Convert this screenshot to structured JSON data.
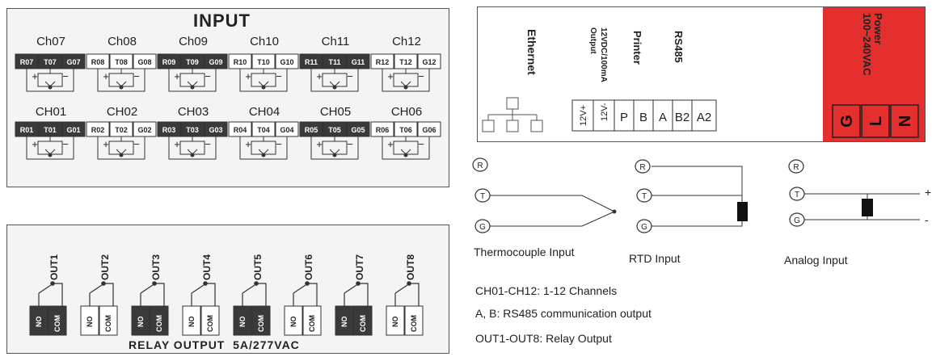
{
  "input": {
    "title": "INPUT",
    "top_channels": [
      "Ch07",
      "Ch08",
      "Ch09",
      "Ch10",
      "Ch11",
      "Ch12"
    ],
    "top_terminals": [
      [
        "R07",
        "T07",
        "G07"
      ],
      [
        "R08",
        "T08",
        "G08"
      ],
      [
        "R09",
        "T09",
        "G09"
      ],
      [
        "R10",
        "T10",
        "G10"
      ],
      [
        "R11",
        "T11",
        "G11"
      ],
      [
        "R12",
        "T12",
        "G12"
      ]
    ],
    "bottom_channels": [
      "CH01",
      "CH02",
      "CH03",
      "CH04",
      "CH05",
      "CH06"
    ],
    "bottom_terminals": [
      [
        "R01",
        "T01",
        "G01"
      ],
      [
        "R02",
        "T02",
        "G02"
      ],
      [
        "R03",
        "T03",
        "G03"
      ],
      [
        "R04",
        "T04",
        "G04"
      ],
      [
        "R05",
        "T05",
        "G05"
      ],
      [
        "R06",
        "T06",
        "G06"
      ]
    ]
  },
  "relay": {
    "title": "RELAY OUTPUT  5A/277VAC",
    "outputs": [
      "OUT1",
      "OUT2",
      "OUT3",
      "OUT4",
      "OUT5",
      "OUT6",
      "OUT7",
      "OUT8"
    ],
    "terminal_no": "NO",
    "terminal_com": "COM"
  },
  "comm": {
    "ethernet": "Ethernet",
    "output_12v_line1": "12VDC/100mA",
    "output_12v_line2": "Output",
    "printer": "Printer",
    "rs485": "RS485",
    "terminals": [
      "12V+",
      "12V-",
      "P",
      "B",
      "A",
      "B2",
      "A2"
    ],
    "power_line1": "Power",
    "power_line2": "100~240VAC",
    "power_terminals": [
      "G",
      "L",
      "N"
    ]
  },
  "wiring": {
    "r": "R",
    "t": "T",
    "g": "G",
    "thermocouple": "Thermocouple Input",
    "rtd": "RTD Input",
    "analog": "Analog Input",
    "plus": "+",
    "minus": "-"
  },
  "notes": [
    "CH01-CH12: 1-12 Channels",
    "A, B: RS485 communication output",
    "OUT1-OUT8: Relay Output"
  ],
  "colors": {
    "dark": "#3a3a3a",
    "power": "#e52f2f",
    "panel": "#f4f4f4"
  }
}
